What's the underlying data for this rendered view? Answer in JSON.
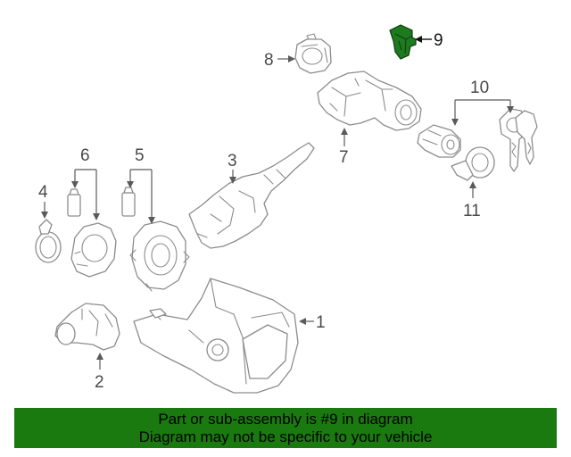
{
  "diagram": {
    "callouts": [
      "1",
      "2",
      "3",
      "4",
      "5",
      "6",
      "7",
      "8",
      "9",
      "10",
      "11"
    ],
    "highlighted_part": "9"
  },
  "banner": {
    "line1": "Part or sub-assembly is #9 in diagram",
    "line2": "Diagram may not be specific to your vehicle"
  },
  "colors": {
    "banner_bg": "#1a7a0f",
    "highlight": "#1e7a1e",
    "line_art": "#8c8c8c"
  }
}
